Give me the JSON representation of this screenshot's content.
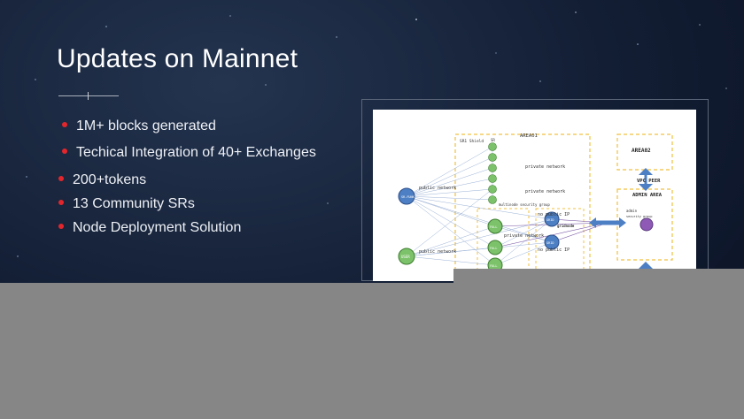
{
  "slide": {
    "title": "Updates on Mainnet",
    "bullets": [
      "1M+ blocks generated",
      "Techical Integration of 40+ Exchanges",
      "200+tokens",
      "13 Community SRs",
      "Node Deployment Solution"
    ]
  },
  "diagram": {
    "area01": "AREA01",
    "area02": "AREA02",
    "sr_shield": "SR1 Shield",
    "public_network": "public network",
    "private_network": "private network",
    "no_public_ip": "no public IP",
    "multi_node_group": "multinode security group",
    "vpc_peer": "VPC PEER",
    "admin_area": "ADMIN AREA",
    "admin_label": "admin",
    "security_group": "security group",
    "gridnode": "gridnode",
    "sr_node": "SR",
    "full_node": "FULL",
    "grid_node": "GRID",
    "user_node": "USER",
    "bastion_node": "SR-FUNK"
  },
  "colors": {
    "bullet_dot": "#e3262c",
    "overlay": "#868686",
    "area_border": "#f0c040",
    "node_blue": "#4d7fc4",
    "node_green": "#7cc26a",
    "node_purple": "#8e5ab6"
  }
}
